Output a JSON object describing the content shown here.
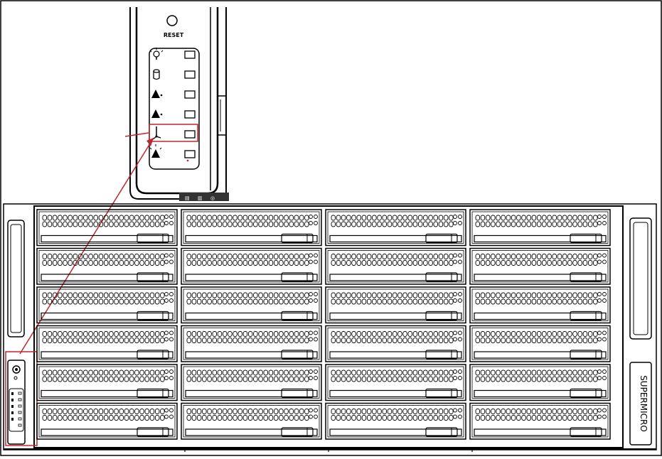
{
  "control_panel": {
    "reset_label": "RESET",
    "indicators": [
      {
        "name": "power",
        "icon": "power-icon"
      },
      {
        "name": "hdd",
        "icon": "hdd-icon"
      },
      {
        "name": "nic1",
        "icon": "network-1-icon"
      },
      {
        "name": "nic2",
        "icon": "network-2-icon"
      },
      {
        "name": "fan-fail",
        "icon": "fan-fail-icon",
        "highlighted": true
      },
      {
        "name": "info",
        "icon": "info-icon"
      }
    ]
  },
  "chassis": {
    "brand": "SUPERMICRO",
    "bay_rows": 6,
    "bay_columns": 4
  },
  "colors": {
    "highlight": "#c0262d",
    "line": "#000000"
  }
}
